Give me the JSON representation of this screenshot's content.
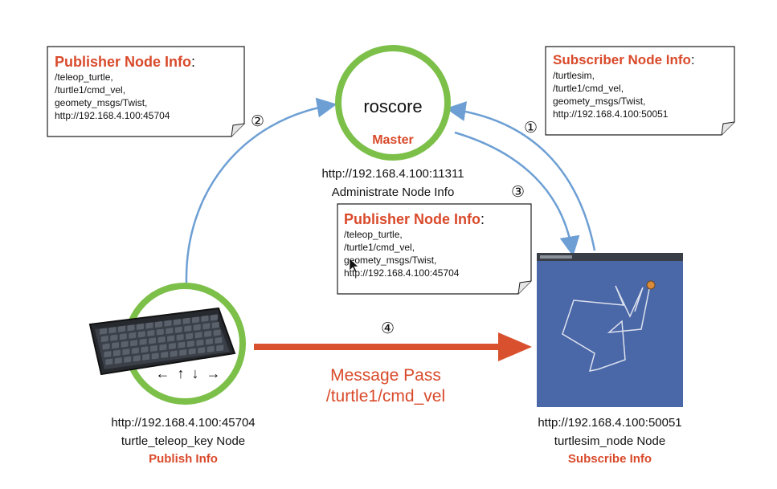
{
  "master": {
    "name": "roscore",
    "role": "Master",
    "url": "http://192.168.4.100:11311",
    "desc": "Administrate Node Info"
  },
  "publisher_box_top": {
    "title": "Publisher Node Info",
    "lines": [
      "/teleop_turtle,",
      "/turtle1/cmd_vel,",
      "geomety_msgs/Twist,",
      "http://192.168.4.100:45704"
    ]
  },
  "subscriber_box": {
    "title": "Subscriber Node Info",
    "lines": [
      "/turtlesim,",
      "/turtle1/cmd_vel,",
      "geomety_msgs/Twist,",
      "http://192.168.4.100:50051"
    ]
  },
  "publisher_box_mid": {
    "title": "Publisher Node Info",
    "lines": [
      "/teleop_turtle,",
      "/turtle1/cmd_vel,",
      "geomety_msgs/Twist,",
      "http://192.168.4.100:45704"
    ]
  },
  "steps": [
    "①",
    "②",
    "③",
    "④"
  ],
  "publisher_node": {
    "url": "http://192.168.4.100:45704",
    "name": "turtle_teleop_key Node",
    "role": "Publish Info",
    "arrows": "← ↑ ↓ →"
  },
  "subscriber_node": {
    "url": "http://192.168.4.100:50051",
    "name": "turtlesim_node Node",
    "role": "Subscribe Info"
  },
  "message": {
    "title": "Message Pass",
    "topic": "/turtle1/cmd_vel"
  },
  "colors": {
    "green": "#7cc04a",
    "blue_arrow": "#6d9fd4",
    "red_arrow": "#d9502f",
    "accent_text": "#d94a2b",
    "sim_bg": "#4a67a8"
  }
}
